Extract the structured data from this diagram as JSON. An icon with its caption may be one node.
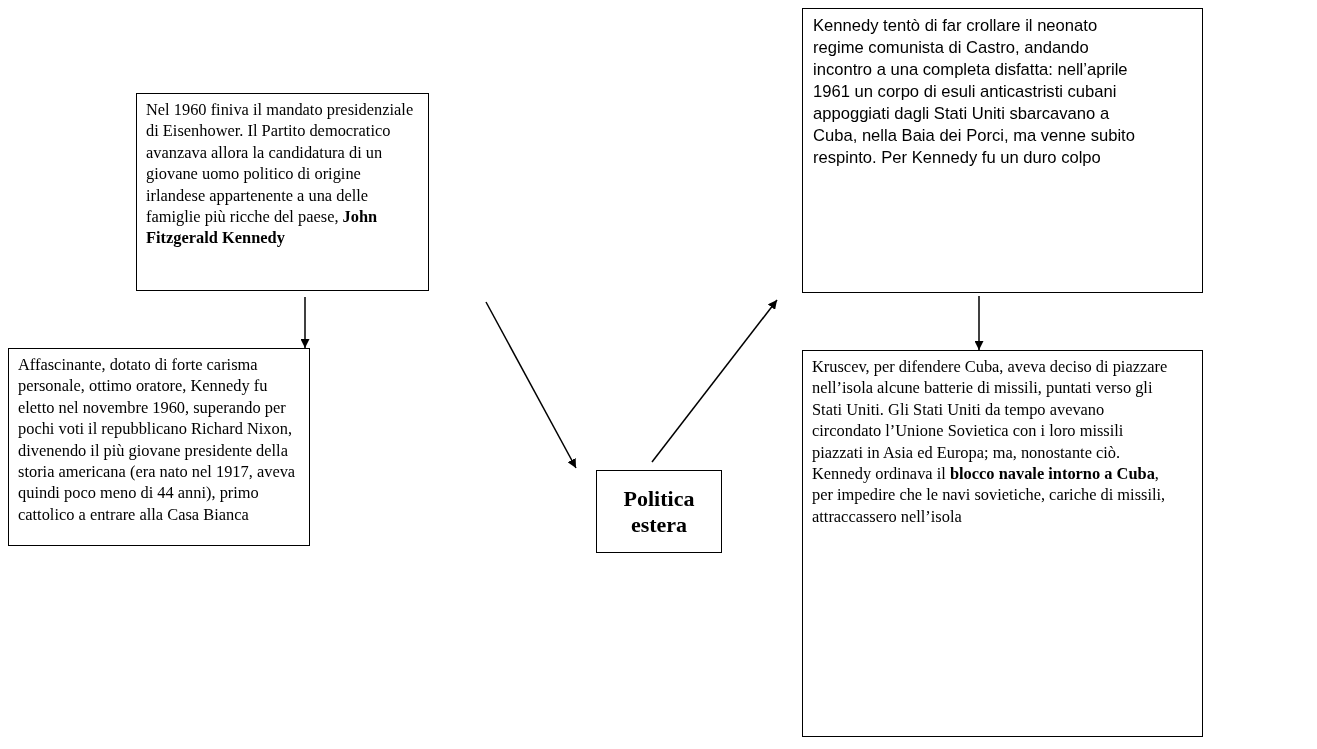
{
  "diagram": {
    "nodes": [
      {
        "text": [
          "Nel 1960 finiva il mandato presidenziale di Eisenhower. Il Partito democratico avanzava allora la candidatura di un giovane uomo politico di origine irlandese appartenente a una delle famiglie più ricche del paese, **John Fitzgerald Kennedy**"
        ]
      },
      {
        "text": [
          "Affascinante, dotato di forte carisma personale, ottimo oratore, Kennedy fu eletto nel novembre 1960, superando per pochi voti il repubblicano Richard Nixon, divenendo il più giovane presidente della storia americana (era nato nel 1917, aveva quindi poco meno di 44 anni), primo cattolico a entrare alla Casa Bianca"
        ]
      },
      {
        "text": [
          "Politica estera"
        ]
      },
      {
        "text": [
          "Kennedy tentò di far crollare il neonato regime comunista di Castro, andando incontro a una completa disfatta: nell’aprile 1961 un corpo di esuli anticastristi cubani appoggiati dagli Stati Uniti sbarcavano a Cuba, nella Baia dei Porci, ma venne subito respinto. Per Kennedy fu un duro colpo"
        ]
      },
      {
        "text": [
          "Kruscev, per difendere Cuba,  aveva deciso di piazzare nell’isola alcune batterie di missili, puntati verso gli Stati Uniti. Gli Stati Uniti da tempo avevano circondato l’Unione Sovietica con i loro missili piazzati in Asia ed Europa; ma, nonostante ciò. Kennedy ordinava il **blocco navale intorno a Cuba**, per impedire che le navi sovietiche, cariche di missili, attraccassero nell’isola"
        ]
      }
    ],
    "edges": [
      {
        "from": 0,
        "to": 1,
        "arrow": "to"
      },
      {
        "from": 0,
        "to": 2,
        "arrow": "to"
      },
      {
        "from": 2,
        "to": 3,
        "arrow": "to"
      },
      {
        "from": 3,
        "to": 4,
        "arrow": "to"
      }
    ]
  }
}
